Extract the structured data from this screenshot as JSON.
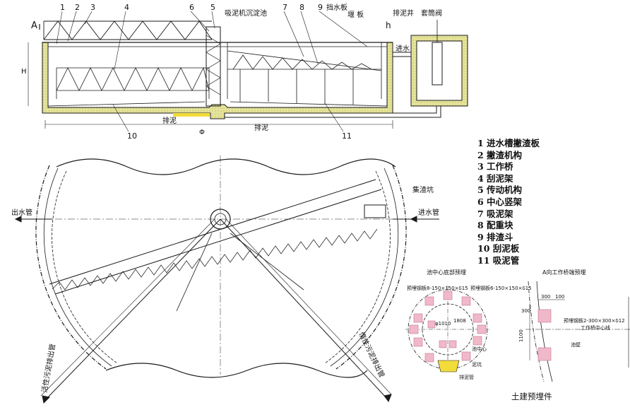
{
  "section_view": {
    "section_mark": "A",
    "section_mark_right": "h",
    "H_label": "H",
    "phi_label": "Φ",
    "callout_numbers": [
      "1",
      "2",
      "3",
      "4",
      "6",
      "5",
      "7",
      "8",
      "9",
      "10",
      "11"
    ],
    "labels": {
      "suction_machine": "吸泥机",
      "sedimentation_tank": "沉淀池",
      "baffle_board": "挡水板",
      "weir_board": "堰 板",
      "mud_well": "排泥井",
      "sleeve_valve": "套筒阀",
      "water_inlet": "进水",
      "drain_mud_1": "排泥",
      "drain_mud_2": "排泥"
    }
  },
  "plan_view": {
    "outlet_pipe": "出水管",
    "inlet_pipe": "进水管",
    "scum_pit": "集渣坑",
    "left_discharge": "活性污泥排出管",
    "right_discharge": "惰性污泥排出管"
  },
  "legend": [
    "1  进水槽撇渣板",
    " 2  撇渣机构",
    " 3  工作桥",
    " 4  刮泥架",
    " 5  传动机构",
    " 6 中心竖架",
    " 7  吸泥架",
    " 8  配重块",
    " 9  排渣斗",
    "10  刮泥板",
    "11  吸泥管"
  ],
  "center_detail": {
    "title": "池中心底部预埋",
    "plate_left": "预埋钢板8-150×150×δ15",
    "plate_right": "预埋钢板6-150×150×δ15",
    "dim_inner": "φ1010",
    "dim_outer": "1808",
    "center_label": "池中心",
    "mud_pit": "泥坑",
    "drain_pipe": "排泥管"
  },
  "bridge_detail": {
    "title": "A向工作桥端预埋",
    "dim_300": "300",
    "dim_100": "100",
    "dim_left_300": "300",
    "dim_1100": "1100",
    "plate": "预埋钢板2-300×300×δ12",
    "bridge_centerline": "工作桥中心线",
    "tank_wall": "池壁"
  },
  "caption": "土建预埋件",
  "colors": {
    "concrete": "#e6e49a",
    "line": "#1a1a1a",
    "embed_plate": "#f0b8c8",
    "mud_pit": "#f2dc3a"
  }
}
